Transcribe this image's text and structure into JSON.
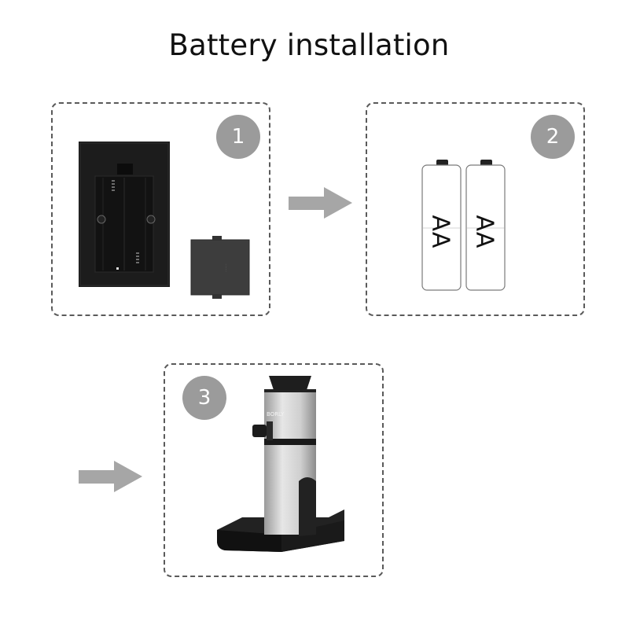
{
  "title": "Battery installation",
  "steps": [
    {
      "number": "1",
      "description": "Open battery compartment and remove cover"
    },
    {
      "number": "2",
      "battery_labels": [
        "AA",
        "AA"
      ]
    },
    {
      "number": "3",
      "product_brand_text": "BORLY"
    }
  ],
  "colors": {
    "step_circle": "#9b9b9b",
    "arrow": "#a6a6a6",
    "panel_border": "#5a5a5a",
    "device_body": "#1b1b1b",
    "battery_outline": "#7a7a7a"
  }
}
